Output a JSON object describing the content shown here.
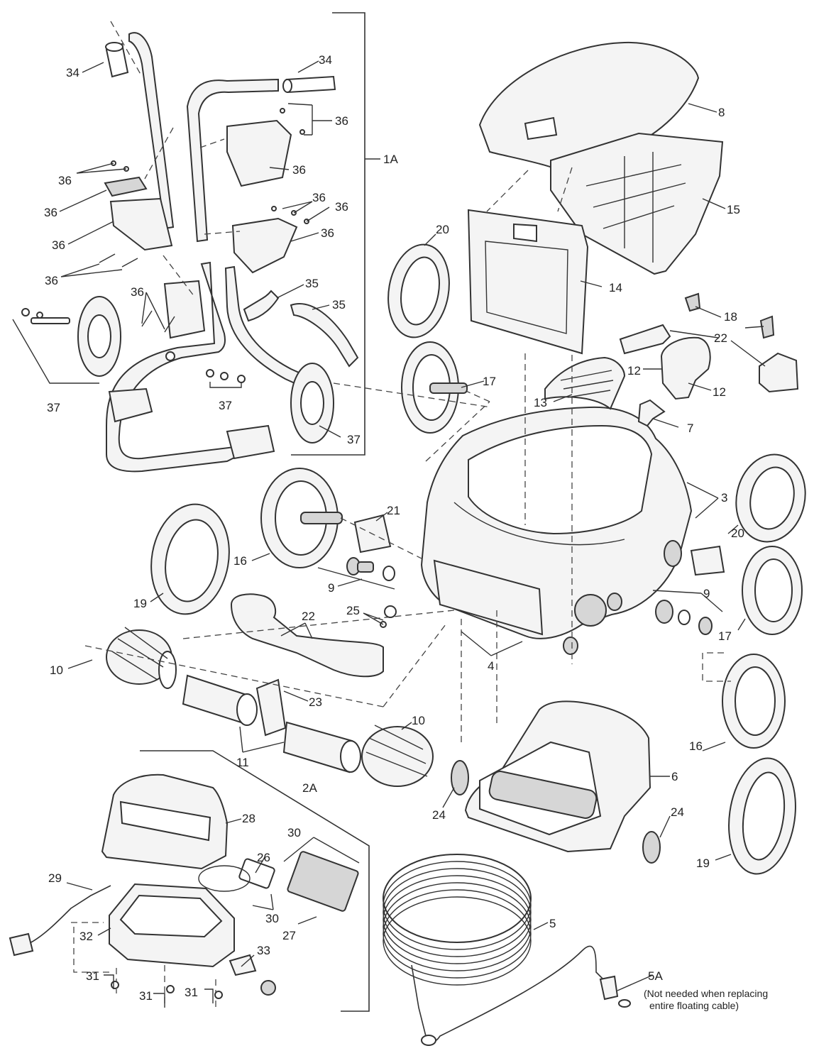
{
  "callouts": [
    {
      "key": "p34a",
      "text": "34"
    },
    {
      "key": "p34b",
      "text": "34"
    },
    {
      "key": "p36a",
      "text": "36"
    },
    {
      "key": "p36b",
      "text": "36"
    },
    {
      "key": "p36c",
      "text": "36"
    },
    {
      "key": "p36d",
      "text": "36"
    },
    {
      "key": "p36e",
      "text": "36"
    },
    {
      "key": "p36f",
      "text": "36"
    },
    {
      "key": "p36g",
      "text": "36"
    },
    {
      "key": "p36h",
      "text": "36"
    },
    {
      "key": "p36i",
      "text": "36"
    },
    {
      "key": "p36j",
      "text": "36"
    },
    {
      "key": "p1A",
      "text": "1A"
    },
    {
      "key": "p35a",
      "text": "35"
    },
    {
      "key": "p35b",
      "text": "35"
    },
    {
      "key": "p37a",
      "text": "37"
    },
    {
      "key": "p37b",
      "text": "37"
    },
    {
      "key": "p37c",
      "text": "37"
    },
    {
      "key": "p8",
      "text": "8"
    },
    {
      "key": "p15",
      "text": "15"
    },
    {
      "key": "p14",
      "text": "14"
    },
    {
      "key": "p20a",
      "text": "20"
    },
    {
      "key": "p20b",
      "text": "20"
    },
    {
      "key": "p18",
      "text": "18"
    },
    {
      "key": "p22a",
      "text": "22"
    },
    {
      "key": "p22b",
      "text": "22"
    },
    {
      "key": "p12a",
      "text": "12"
    },
    {
      "key": "p12b",
      "text": "12"
    },
    {
      "key": "p17a",
      "text": "17"
    },
    {
      "key": "p17b",
      "text": "17"
    },
    {
      "key": "p13",
      "text": "13"
    },
    {
      "key": "p7",
      "text": "7"
    },
    {
      "key": "p3",
      "text": "3"
    },
    {
      "key": "p21",
      "text": "21"
    },
    {
      "key": "p16a",
      "text": "16"
    },
    {
      "key": "p16b",
      "text": "16"
    },
    {
      "key": "p9a",
      "text": "9"
    },
    {
      "key": "p9b",
      "text": "9"
    },
    {
      "key": "p19a",
      "text": "19"
    },
    {
      "key": "p19b",
      "text": "19"
    },
    {
      "key": "p25",
      "text": "25"
    },
    {
      "key": "p10a",
      "text": "10"
    },
    {
      "key": "p10b",
      "text": "10"
    },
    {
      "key": "p4",
      "text": "4"
    },
    {
      "key": "p23",
      "text": "23"
    },
    {
      "key": "p11",
      "text": "11"
    },
    {
      "key": "p2A",
      "text": "2A"
    },
    {
      "key": "p28",
      "text": "28"
    },
    {
      "key": "p6",
      "text": "6"
    },
    {
      "key": "p24a",
      "text": "24"
    },
    {
      "key": "p24b",
      "text": "24"
    },
    {
      "key": "p30a",
      "text": "30"
    },
    {
      "key": "p30b",
      "text": "30"
    },
    {
      "key": "p26",
      "text": "26"
    },
    {
      "key": "p29",
      "text": "29"
    },
    {
      "key": "p27",
      "text": "27"
    },
    {
      "key": "p32",
      "text": "32"
    },
    {
      "key": "p33",
      "text": "33"
    },
    {
      "key": "p31a",
      "text": "31"
    },
    {
      "key": "p31b",
      "text": "31"
    },
    {
      "key": "p31c",
      "text": "31"
    },
    {
      "key": "p5",
      "text": "5"
    },
    {
      "key": "p5A",
      "text": "5A"
    }
  ],
  "note_5A": {
    "line1": "(Not needed when replacing",
    "line2": "entire floating cable)"
  }
}
